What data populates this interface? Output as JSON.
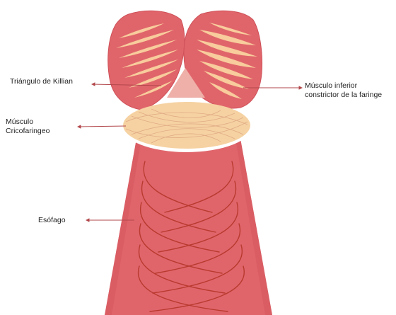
{
  "labels": {
    "triangulo_killian": "Triángulo de Killian",
    "constrictor_line1": "Músculo inferior",
    "constrictor_line2": "constrictor de la faringe",
    "cricofaringeo_line1": "Músculo",
    "cricofaringeo_line2": "Cricofaringeo",
    "esofago": "Esófago"
  },
  "colors": {
    "muscle_red": "#e0656b",
    "muscle_dark_red": "#cf5058",
    "fiber_peach": "#f8cc9c",
    "triangle_pink": "#eeb0a8",
    "cricopharyngeal_peach": "#f6d2a2",
    "esophagus_fiber": "#b93a2f",
    "pointer_line": "#b2474b"
  }
}
